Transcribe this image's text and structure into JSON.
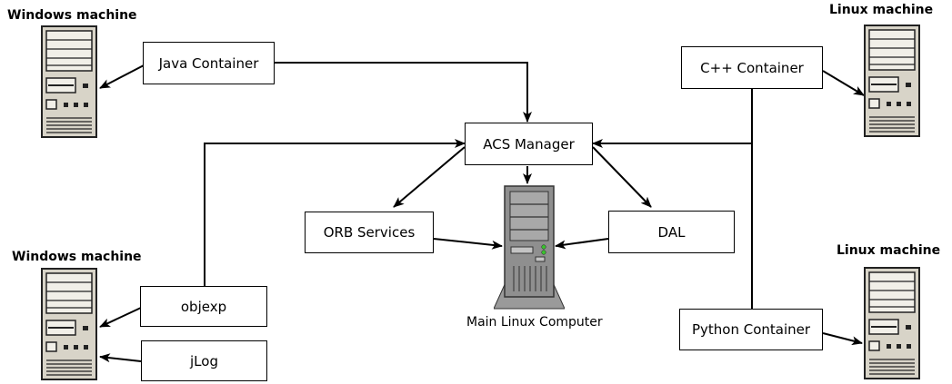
{
  "machines": {
    "top_left_label": "Windows machine",
    "bottom_left_label": "Windows machine",
    "top_right_label": "Linux machine",
    "bottom_right_label": "Linux machine",
    "server_label": "Main Linux Computer"
  },
  "components": {
    "java_container": "Java Container",
    "cpp_container": "C++ Container",
    "acs_manager": "ACS Manager",
    "orb_services": "ORB Services",
    "dal": "DAL",
    "objexp": "objexp",
    "jlog": "jLog",
    "python_container": "Python Container"
  },
  "connections": [
    {
      "from": "Java Container",
      "to": "ACS Manager"
    },
    {
      "from": "Java Container",
      "to": "Windows machine (top)"
    },
    {
      "from": "C++ Container",
      "to": "Linux machine (top)"
    },
    {
      "from": "C++ Container",
      "to": "ACS Manager"
    },
    {
      "from": "Python Container",
      "to": "ACS Manager"
    },
    {
      "from": "Python Container",
      "to": "Linux machine (bottom)"
    },
    {
      "from": "objexp",
      "to": "ACS Manager"
    },
    {
      "from": "objexp",
      "to": "Windows machine (bottom)"
    },
    {
      "from": "jLog",
      "to": "Windows machine (bottom)"
    },
    {
      "from": "ACS Manager",
      "to": "Main Linux Computer"
    },
    {
      "from": "ACS Manager",
      "to": "ORB Services"
    },
    {
      "from": "ACS Manager",
      "to": "DAL"
    },
    {
      "from": "ORB Services",
      "to": "Main Linux Computer"
    },
    {
      "from": "DAL",
      "to": "Main Linux Computer"
    }
  ]
}
